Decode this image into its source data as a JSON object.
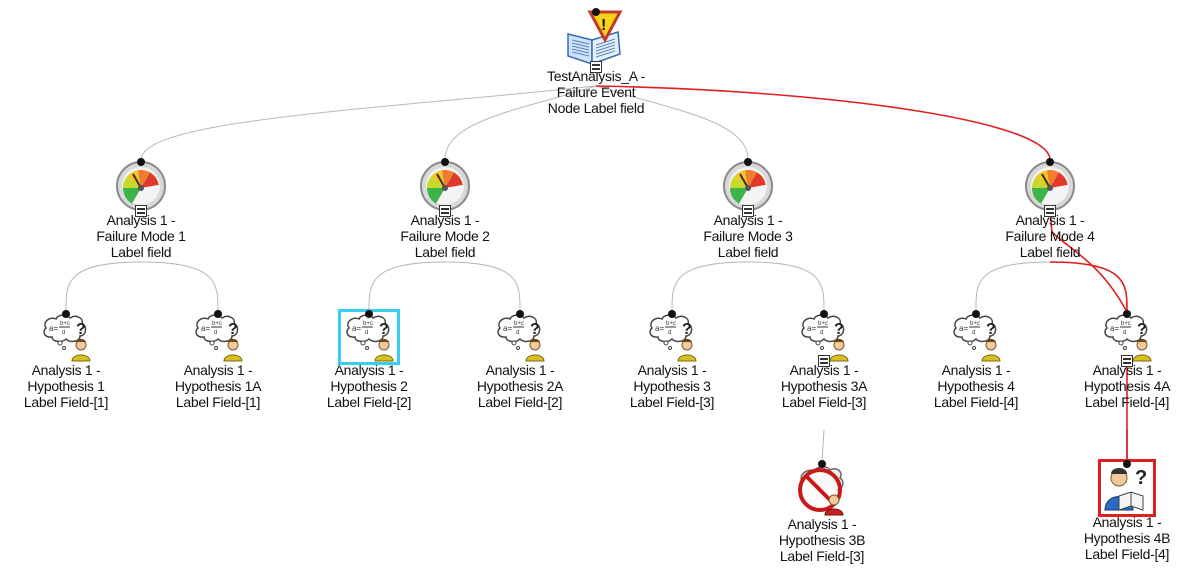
{
  "colors": {
    "link": "#b8b8b8",
    "highlight_link": "#e02020",
    "selected_box": "#38d0f0",
    "flagged_box": "#e02020"
  },
  "root": {
    "icon": "warning-book-icon",
    "label": [
      "TestAnalysis_A -",
      "Failure Event",
      "Node Label field"
    ]
  },
  "failure_modes": [
    {
      "icon": "gauge-icon",
      "label": [
        "Analysis 1 -",
        "Failure Mode 1",
        "Label field"
      ]
    },
    {
      "icon": "gauge-icon",
      "label": [
        "Analysis 1 -",
        "Failure Mode 2",
        "Label field"
      ]
    },
    {
      "icon": "gauge-icon",
      "label": [
        "Analysis 1 -",
        "Failure Mode 3",
        "Label field"
      ]
    },
    {
      "icon": "gauge-icon",
      "label": [
        "Analysis 1 -",
        "Failure Mode 4",
        "Label field"
      ]
    }
  ],
  "hypotheses": [
    {
      "icon": "hypothesis-thinker-icon",
      "label": [
        "Analysis 1 -",
        "Hypothesis 1",
        "Label Field-[1]"
      ]
    },
    {
      "icon": "hypothesis-thinker-icon",
      "label": [
        "Analysis 1 -",
        "Hypothesis 1A",
        "Label Field-[1]"
      ]
    },
    {
      "icon": "hypothesis-thinker-icon",
      "label": [
        "Analysis 1 -",
        "Hypothesis 2",
        "Label Field-[2]"
      ],
      "selected": true
    },
    {
      "icon": "hypothesis-thinker-icon",
      "label": [
        "Analysis 1 -",
        "Hypothesis 2A",
        "Label Field-[2]"
      ]
    },
    {
      "icon": "hypothesis-thinker-icon",
      "label": [
        "Analysis 1 -",
        "Hypothesis 3",
        "Label Field-[3]"
      ]
    },
    {
      "icon": "hypothesis-thinker-icon",
      "label": [
        "Analysis 1 -",
        "Hypothesis 3A",
        "Label Field-[3]"
      ],
      "collapse": true
    },
    {
      "icon": "hypothesis-thinker-icon",
      "label": [
        "Analysis 1 -",
        "Hypothesis 4",
        "Label Field-[4]"
      ]
    },
    {
      "icon": "hypothesis-thinker-icon",
      "label": [
        "Analysis 1 -",
        "Hypothesis 4A",
        "Label Field-[4]"
      ],
      "collapse": true
    }
  ],
  "leaves": [
    {
      "icon": "hypothesis-rejected-icon",
      "label": [
        "Analysis 1 -",
        "Hypothesis 3B",
        "Label Field-[3]"
      ]
    },
    {
      "icon": "hypothesis-reader-icon",
      "label": [
        "Analysis 1 -",
        "Hypothesis 4B",
        "Label Field-[4]"
      ],
      "flagged": true
    }
  ]
}
